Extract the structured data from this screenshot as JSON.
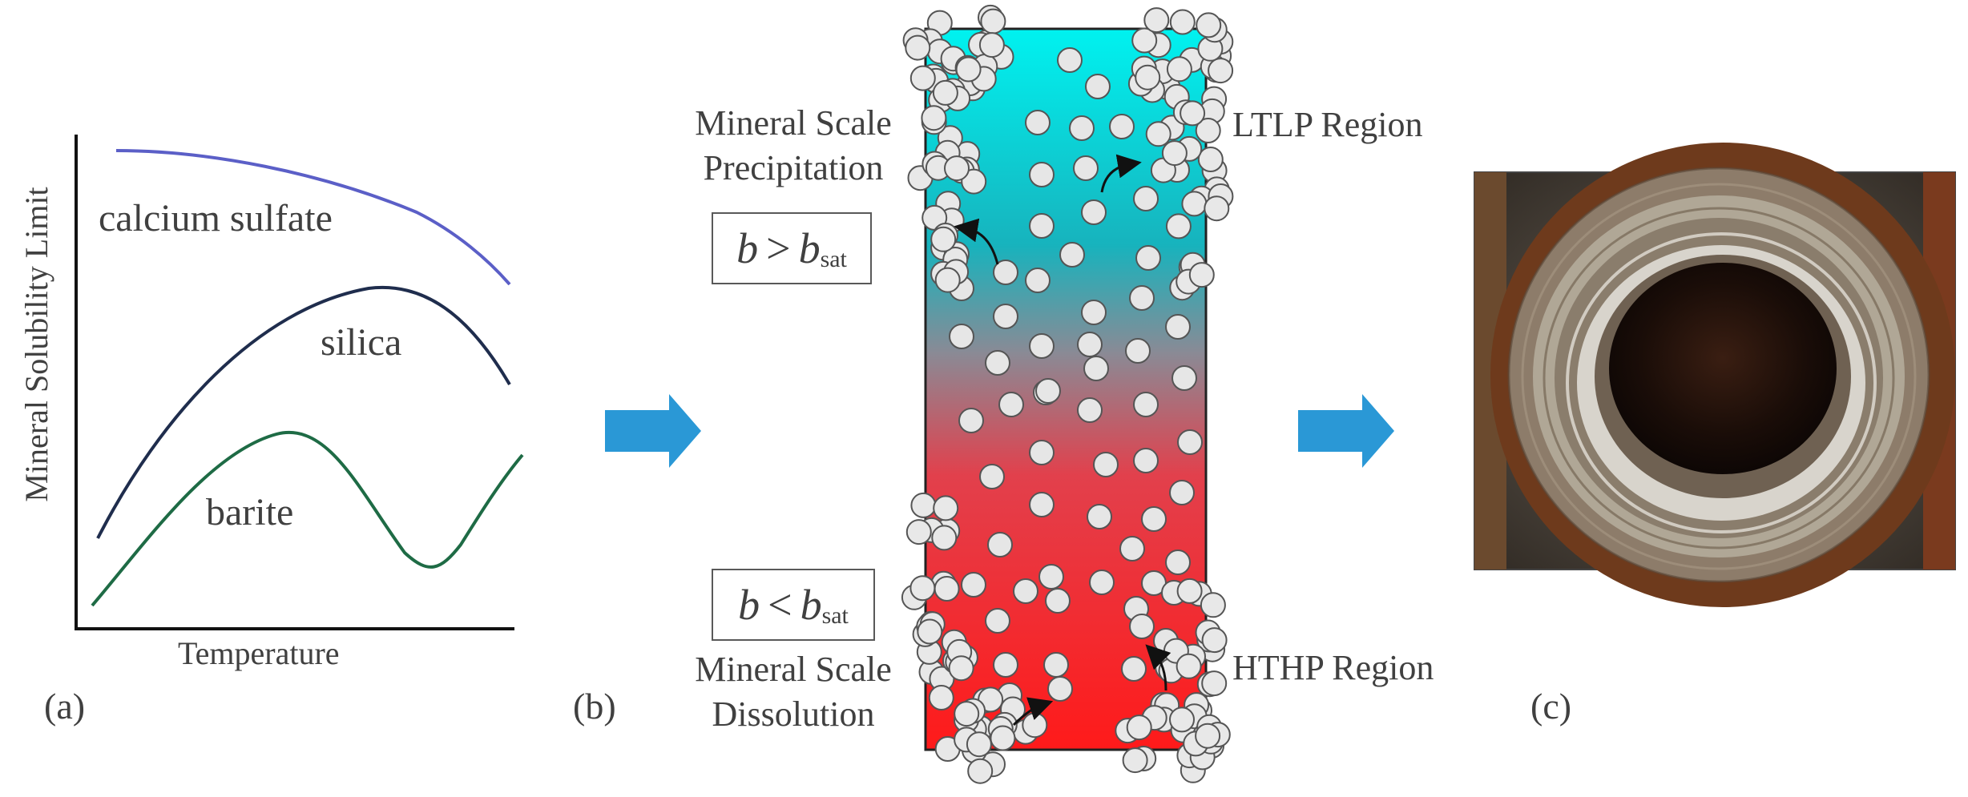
{
  "panel_a": {
    "letter": "(a)",
    "xlabel": "Temperature",
    "ylabel": "Mineral Solubility Limit",
    "curves": [
      {
        "name": "calcium sulfate",
        "color": "#5b5fc7"
      },
      {
        "name": "silica",
        "color": "#1f2d4d"
      },
      {
        "name": "barite",
        "color": "#1e6b45"
      }
    ]
  },
  "panel_b": {
    "letter": "(b)",
    "precip_label_line1": "Mineral Scale",
    "precip_label_line2": "Precipitation",
    "dissol_label_line1": "Mineral Scale",
    "dissol_label_line2": "Dissolution",
    "ltlp_label": "LTLP Region",
    "hthp_label": "HTHP Region",
    "eq_upper": {
      "var": "b",
      "op": ">",
      "rhs": "b",
      "sub": "sat"
    },
    "eq_lower": {
      "var": "b",
      "op": "<",
      "rhs": "b",
      "sub": "sat"
    },
    "colors": {
      "top": "#00f2f0",
      "mid": "#d05a6a",
      "bottom": "#ff1a1a"
    }
  },
  "panel_c": {
    "letter": "(c)"
  },
  "arrow_color": "#2a98d6"
}
